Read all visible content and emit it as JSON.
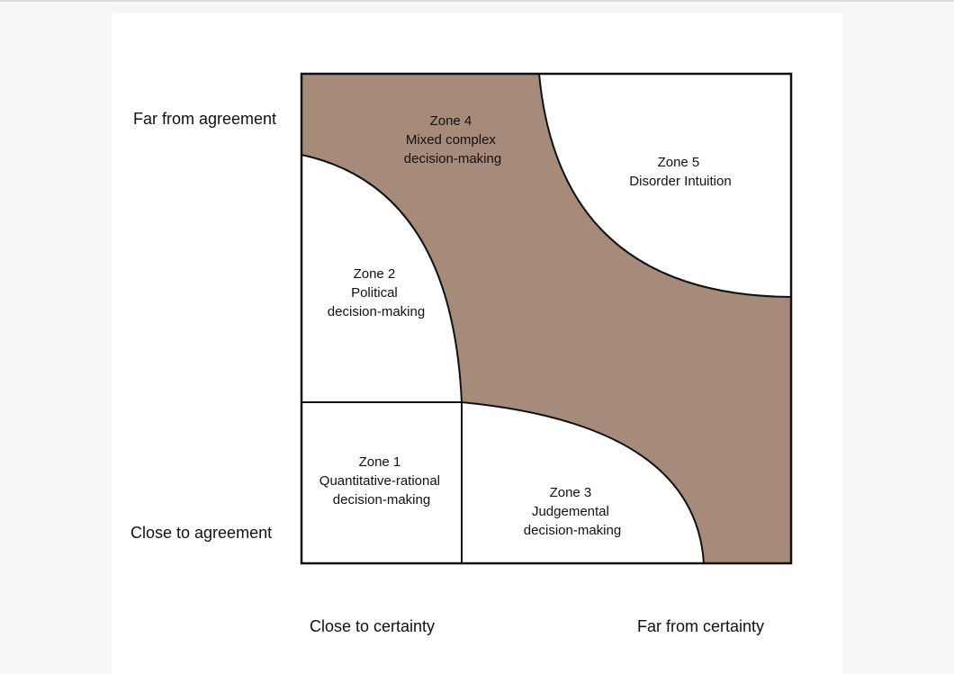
{
  "axes": {
    "y_top_label": "Far from agreement",
    "y_bottom_label": "Close to agreement",
    "x_left_label": "Close to certainty",
    "x_right_label": "Far from certainty"
  },
  "zones": {
    "zone1": {
      "title": "Zone 1",
      "line1": "Quantitative-rational",
      "line2": "decision-making"
    },
    "zone2": {
      "title": "Zone 2",
      "line1": "Political",
      "line2": "decision-making"
    },
    "zone3": {
      "title": "Zone 3",
      "line1": "Judgemental",
      "line2": "decision-making"
    },
    "zone4": {
      "title": "Zone 4",
      "line1": "Mixed complex",
      "line2": "decision-making"
    },
    "zone5": {
      "title": "Zone 5",
      "line1": "Disorder Intuition"
    }
  },
  "colors": {
    "complex_zone_fill": "#a68a7a",
    "simple_zone_fill": "#ffffff",
    "stroke": "#111111"
  }
}
